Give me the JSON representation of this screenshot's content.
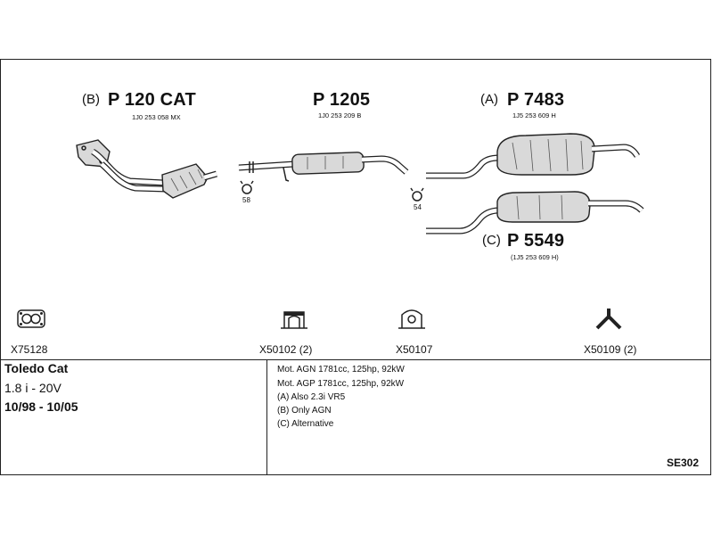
{
  "diagram_code": "SE302",
  "parts": {
    "cat_downpipe": {
      "letter": "(B)",
      "number": "P 120 CAT",
      "oem": "1J0 253 058 MX"
    },
    "middle_pipe": {
      "number": "P 1205",
      "oem": "1J0 253 209 B"
    },
    "rear_silencer": {
      "letter": "(A)",
      "number": "P 7483",
      "oem": "1J5 253 609 H"
    },
    "rear_silencer_alt": {
      "letter": "(C)",
      "number": "P 5549",
      "oem": "(1J5 253 609 H)"
    }
  },
  "clamps": {
    "front": "58",
    "rear": "54"
  },
  "accessories": [
    {
      "code": "X75128",
      "icon": "flange-gasket-icon"
    },
    {
      "code": "X50102 (2)",
      "icon": "rubber-mount-icon"
    },
    {
      "code": "X50107",
      "icon": "rubber-hanger-icon"
    },
    {
      "code": "X50109 (2)",
      "icon": "y-bracket-icon"
    }
  ],
  "vehicle": {
    "model": "Toledo Cat",
    "engine": "1.8 i - 20V",
    "years": "10/98 - 10/05"
  },
  "notes": [
    "Mot. AGN 1781cc, 125hp, 92kW",
    "Mot. AGP 1781cc, 125hp, 92kW",
    "(A) Also 2.3i VR5",
    "(B) Only AGN",
    "(C) Alternative"
  ],
  "colors": {
    "line": "#222222",
    "part_fill": "#d9d9d9",
    "background": "#ffffff"
  }
}
